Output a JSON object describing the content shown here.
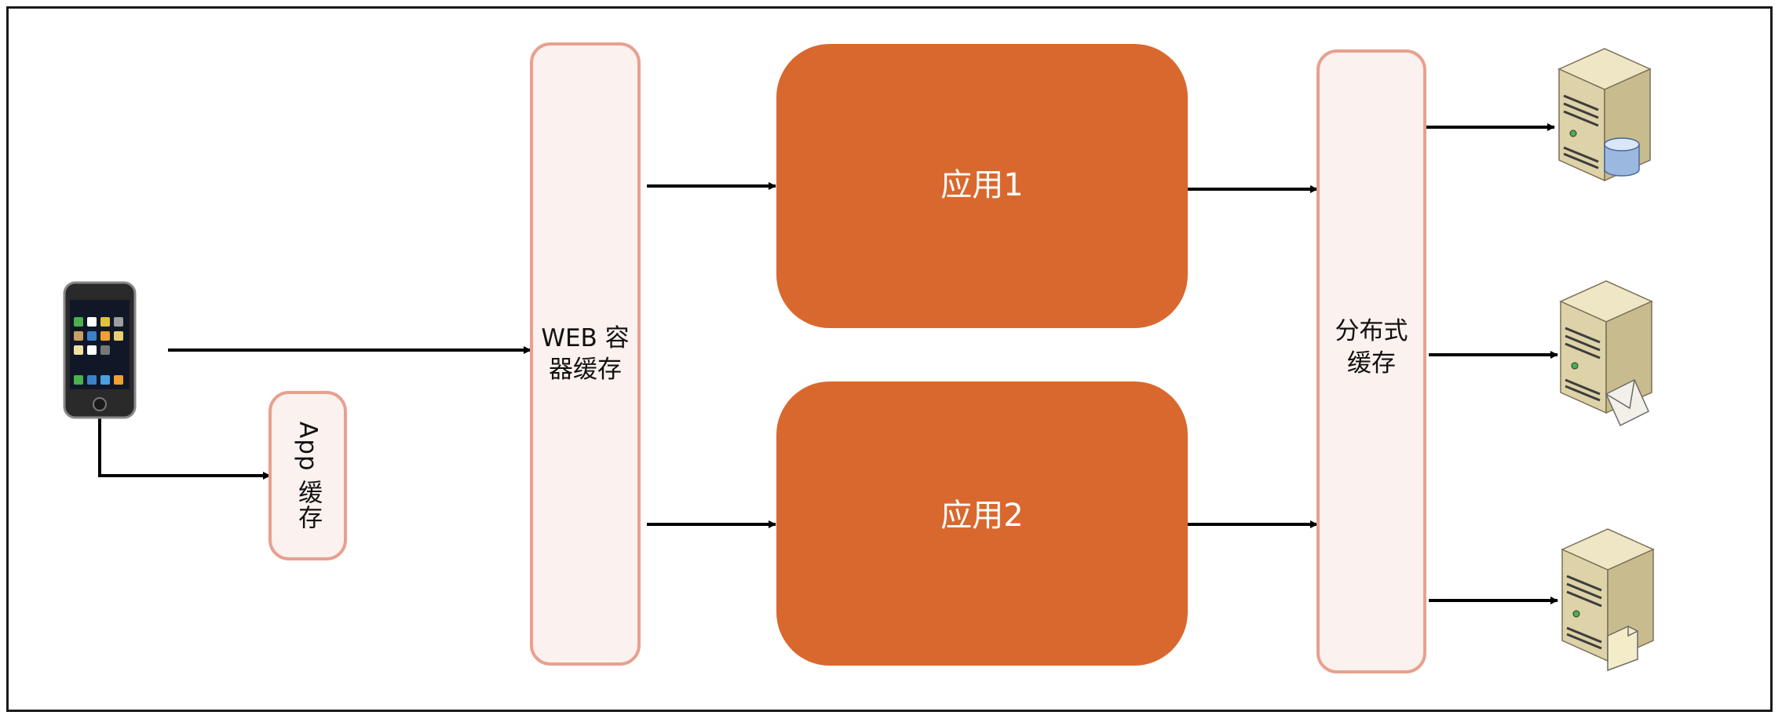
{
  "nodes": {
    "app_cache": "App 缓存",
    "web_cache": "WEB 容器缓存",
    "app1": "应用1",
    "app2": "应用2",
    "dist_cache": "分布式缓存"
  },
  "icons": {
    "client": "smartphone-icon",
    "server_db": "database-server-icon",
    "server_mail": "mail-server-icon",
    "server_file": "file-server-icon"
  },
  "colors": {
    "app_fill": "#d9682f",
    "cache_fill": "#fbf1ef",
    "cache_border": "#e8a08f"
  }
}
